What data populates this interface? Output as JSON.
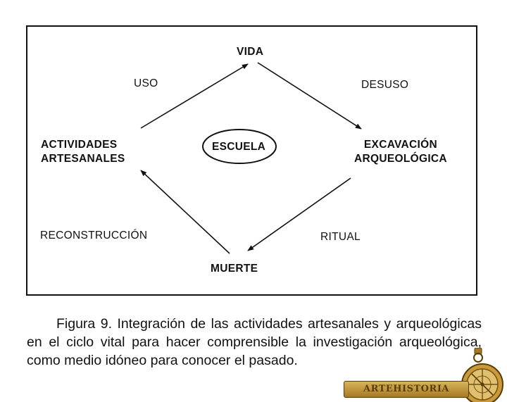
{
  "diagram": {
    "nodes": {
      "vida": "VIDA",
      "excavacion": "EXCAVACIÓN\nARQUEOLÓGICA",
      "muerte": "MUERTE",
      "actividades": "ACTIVIDADES\nARTESANALES",
      "escuela": "ESCUELA"
    },
    "edges": {
      "uso": "USO",
      "desuso": "DESUSO",
      "ritual": "RITUAL",
      "reconstruccion": "RECONSTRUCCIÓN"
    }
  },
  "caption": {
    "text": "Figura 9. Integración de las actividades artesanales y arqueológicas en el ciclo vital para hacer comprensible la investigación arqueológica, como medio idóneo para conocer el pasado."
  },
  "logo": {
    "text": "ArteHistoria"
  }
}
